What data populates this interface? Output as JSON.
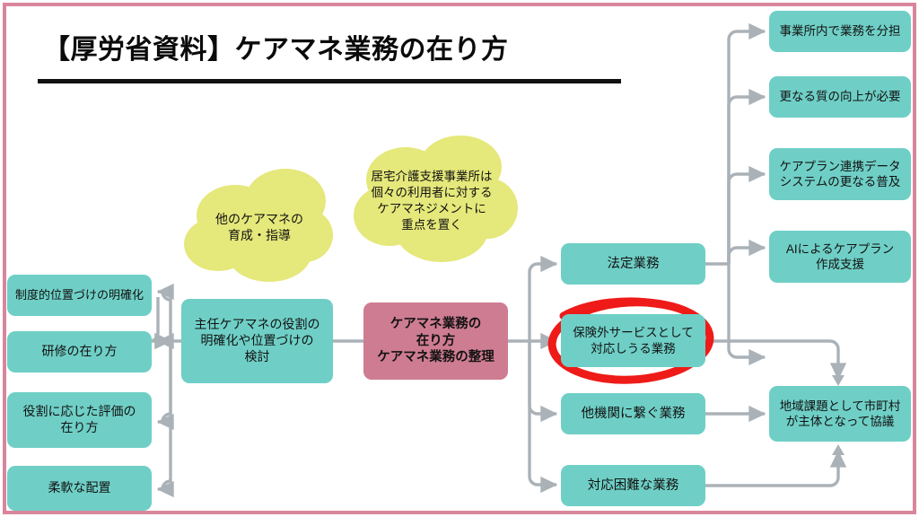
{
  "page": {
    "title": "【厚労省資料】ケアマネ業務の在り方",
    "border_color": "#d9869c",
    "background": "#ffffff"
  },
  "colors": {
    "teal_node": "#6fcfc6",
    "pink_node": "#ce7c92",
    "cloud": "#e5e87a",
    "connector": "#aab2b8",
    "annotation_red": "#ee1b18",
    "text": "#121212"
  },
  "center": {
    "label": "ケアマネ業務の\n在り方\nケアマネ業務の整理"
  },
  "clouds": [
    {
      "id": "cloud-other-caremanager",
      "label": "他のケアマネの\n育成・指導"
    },
    {
      "id": "cloud-home-care-office",
      "label": "居宅介護支援事業所は\n個々の利用者に対する\nケアマネジメントに\n重点を置く"
    }
  ],
  "left_branch": {
    "hub": {
      "label": "主任ケアマネの役割の\n明確化や位置づけの\n検討"
    },
    "items": [
      {
        "label": "制度的位置づけの明確化"
      },
      {
        "label": "研修の在り方"
      },
      {
        "label": "役割に応じた評価の\n在り方"
      },
      {
        "label": "柔軟な配置"
      }
    ]
  },
  "right_branch": {
    "categories": [
      {
        "id": "statutory-duties",
        "label": "法定業務"
      },
      {
        "id": "outside-insurance-services",
        "label": "保険外サービスとして\n対応しうる業務",
        "annotated": true
      },
      {
        "id": "refer-other-agencies",
        "label": "他機関に繋ぐ業務"
      },
      {
        "id": "difficult-cases",
        "label": "対応困難な業務"
      }
    ],
    "statutory_outcomes": [
      {
        "label": "事業所内で業務を分担"
      },
      {
        "label": "更なる質の向上が必要"
      },
      {
        "label": "ケアプラン連携データ\nシステムの更なる普及"
      },
      {
        "label": "AIによるケアプラン\n作成支援"
      }
    ],
    "community_outcome": {
      "label": "地域課題として市町村\nが主体となって協議"
    }
  },
  "annotation": {
    "type": "red-ellipse-highlight",
    "target": "outside-insurance-services"
  }
}
